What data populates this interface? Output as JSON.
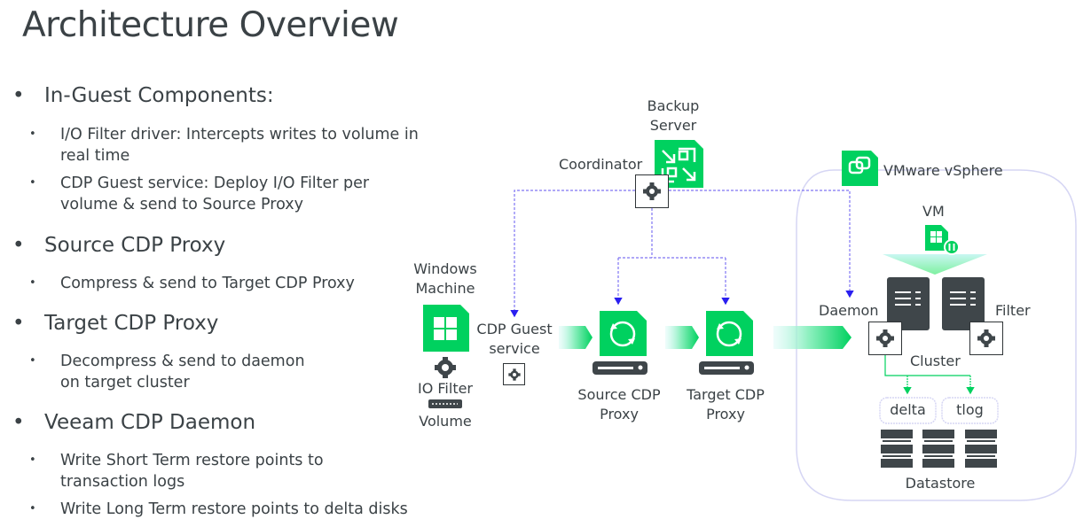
{
  "slide": {
    "title": "Architecture Overview",
    "bullets": [
      {
        "heading": "In-Guest Components:",
        "items": [
          [
            "I/O Filter driver: Intercepts writes to volume in",
            "real time"
          ],
          [
            "CDP Guest service: Deploy I/O Filter per",
            "volume & send to Source Proxy"
          ]
        ]
      },
      {
        "heading": "Source CDP Proxy",
        "items": [
          [
            "Compress & send to Target CDP Proxy"
          ]
        ]
      },
      {
        "heading": "Target CDP Proxy",
        "items": [
          [
            "Decompress & send to daemon",
            "on target cluster"
          ]
        ]
      },
      {
        "heading": "Veeam CDP Daemon",
        "items": [
          [
            "Write Short Term restore points to",
            "transaction logs"
          ],
          [
            "Write Long Term restore points to delta disks"
          ]
        ]
      }
    ]
  },
  "diagram": {
    "backup_server": [
      "Backup",
      "Server"
    ],
    "coordinator": "Coordinator",
    "vsphere": "VMware vSphere",
    "vm": "VM",
    "windows_machine": [
      "Windows",
      "Machine"
    ],
    "cdp_guest_service": [
      "CDP Guest",
      "service"
    ],
    "io_filter": "IO Filter",
    "volume": "Volume",
    "source_proxy": [
      "Source CDP",
      "Proxy"
    ],
    "target_proxy": [
      "Target CDP",
      "Proxy"
    ],
    "daemon": "Daemon",
    "filter": "Filter",
    "cluster": "Cluster",
    "delta": "delta",
    "tlog": "tlog",
    "datastore": "Datastore",
    "colors": {
      "green": "#00d15f",
      "dark": "#3f464a",
      "dashed": "#5b4df0",
      "text": "#3b4246"
    }
  }
}
